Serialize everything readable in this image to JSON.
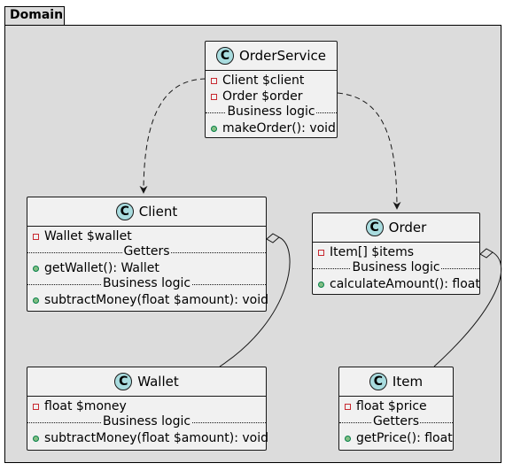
{
  "package": {
    "name": "Domain"
  },
  "classes": {
    "order_service": {
      "name": "OrderService",
      "stereotype": "C",
      "fields": [
        "Client $client",
        "Order $order"
      ],
      "section": "Business logic",
      "methods": [
        "makeOrder(): void"
      ]
    },
    "client": {
      "name": "Client",
      "stereotype": "C",
      "fields": [
        "Wallet $wallet"
      ],
      "section_getters": "Getters",
      "getters": [
        "getWallet(): Wallet"
      ],
      "section_logic": "Business logic",
      "methods": [
        "subtractMoney(float $amount): void"
      ]
    },
    "order": {
      "name": "Order",
      "stereotype": "C",
      "fields": [
        "Item[] $items"
      ],
      "section": "Business logic",
      "methods": [
        "calculateAmount(): float"
      ]
    },
    "wallet": {
      "name": "Wallet",
      "stereotype": "C",
      "fields": [
        "float $money"
      ],
      "section": "Business logic",
      "methods": [
        "subtractMoney(float $amount): void"
      ]
    },
    "item": {
      "name": "Item",
      "stereotype": "C",
      "fields": [
        "float $price"
      ],
      "section": "Getters",
      "methods": [
        "getPrice(): float"
      ]
    }
  },
  "relations": [
    {
      "from": "OrderService",
      "to": "Client",
      "kind": "dependency"
    },
    {
      "from": "OrderService",
      "to": "Order",
      "kind": "dependency"
    },
    {
      "from": "Client",
      "to": "Wallet",
      "kind": "aggregation"
    },
    {
      "from": "Order",
      "to": "Item",
      "kind": "aggregation"
    }
  ]
}
